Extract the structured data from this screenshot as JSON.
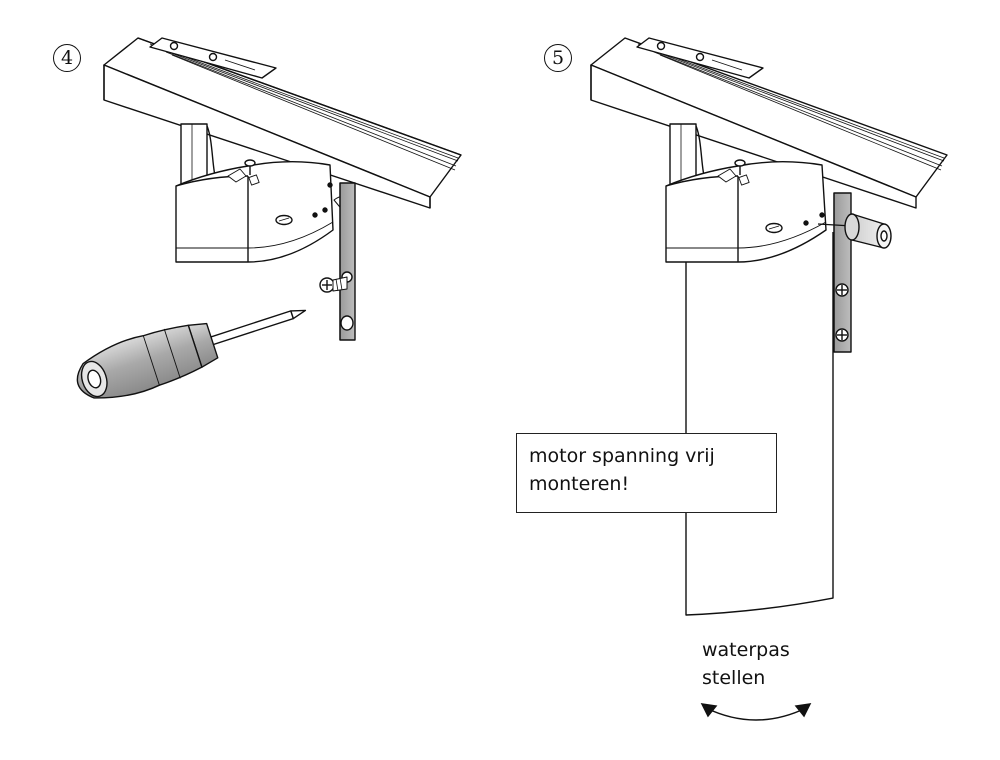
{
  "steps": {
    "step4_number": "4",
    "step5_number": "5"
  },
  "warning_note": {
    "line1": "motor spanning vrij",
    "line2": "monteren!"
  },
  "level_instruction": {
    "line1": "waterpas",
    "line2": "stellen"
  }
}
